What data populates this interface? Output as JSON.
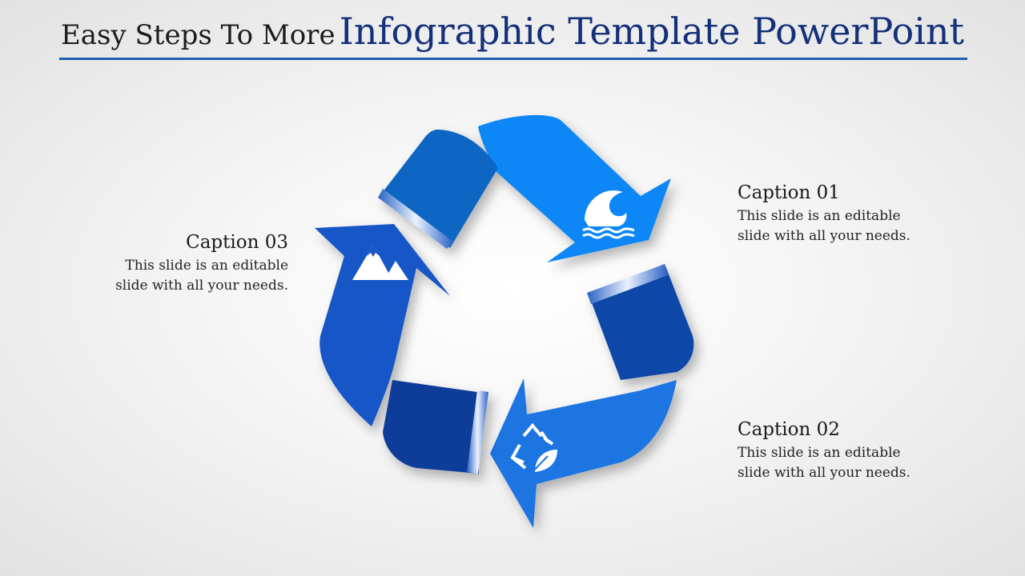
{
  "title": {
    "prefix": "Easy Steps To More",
    "main": "Infographic Template PowerPoint"
  },
  "captions": [
    {
      "heading": "Caption 01",
      "line1": "This slide is an editable",
      "line2": "slide with all your needs."
    },
    {
      "heading": "Caption 02",
      "line1": "This slide is an editable",
      "line2": "slide with all your needs."
    },
    {
      "heading": "Caption 03",
      "line1": "This slide is an editable",
      "line2": "slide with all your needs."
    }
  ],
  "icons": [
    "wave-icon",
    "recycle-leaf-icon",
    "mountain-icon"
  ],
  "colors": {
    "title_accent": "#13307a",
    "rule": "#1f5fae",
    "arrow_light": "#0a87f5",
    "arrow_mid": "#1a66d6",
    "arrow_dark": "#0a47a8"
  }
}
